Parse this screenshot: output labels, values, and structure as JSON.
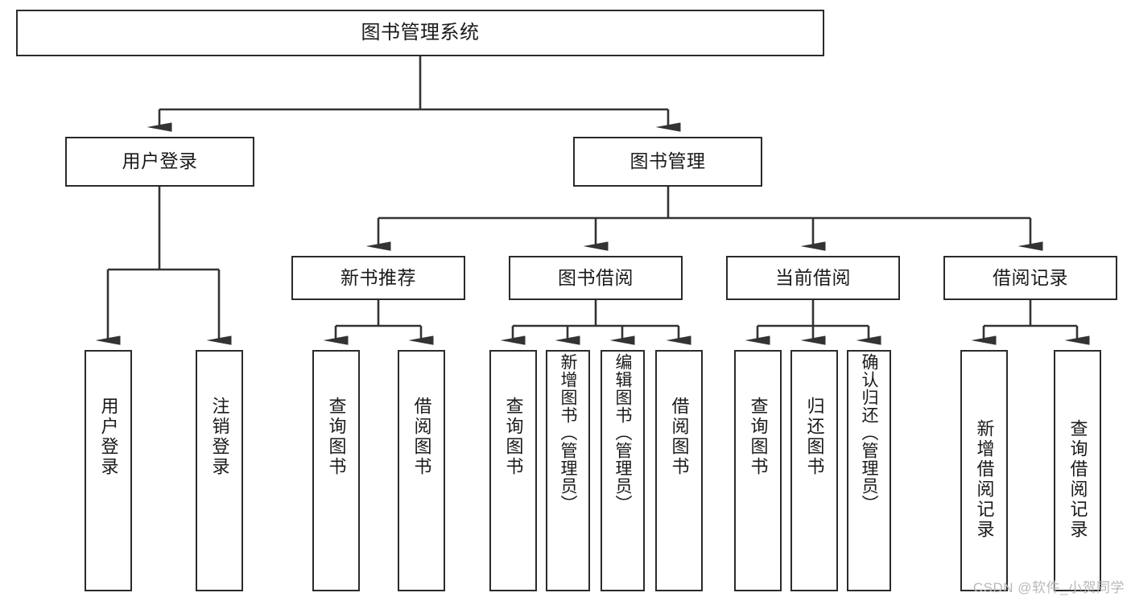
{
  "diagram": {
    "type": "tree-hierarchy-functional-decomposition",
    "root": {
      "label": "图书管理系统"
    },
    "level2": [
      {
        "label": "用户登录"
      },
      {
        "label": "图书管理"
      }
    ],
    "level3": [
      {
        "label": "新书推荐"
      },
      {
        "label": "图书借阅"
      },
      {
        "label": "当前借阅"
      },
      {
        "label": "借阅记录"
      }
    ],
    "leaves": {
      "user_login": [
        {
          "label": "用户登录"
        },
        {
          "label": "注销登录"
        }
      ],
      "new_book_recommend": [
        {
          "label": "查询图书"
        },
        {
          "label": "借阅图书"
        }
      ],
      "book_borrow": [
        {
          "label": "查询图书"
        },
        {
          "label": "新增图书（管理员）"
        },
        {
          "label": "编辑图书（管理员）"
        },
        {
          "label": "借阅图书"
        }
      ],
      "current_borrow": [
        {
          "label": "查询图书"
        },
        {
          "label": "归还图书"
        },
        {
          "label": "确认归还（管理员）"
        }
      ],
      "borrow_record": [
        {
          "label": "新增借阅记录"
        },
        {
          "label": "查询借阅记录"
        }
      ]
    }
  },
  "watermark": {
    "text": "CSDN @软件_小贺同学"
  },
  "colors": {
    "box_border": "#2b2b2b",
    "box_fill": "#ffffff",
    "connector": "#333333",
    "text": "#1a1a1a",
    "watermark": "#b9b9b9"
  }
}
